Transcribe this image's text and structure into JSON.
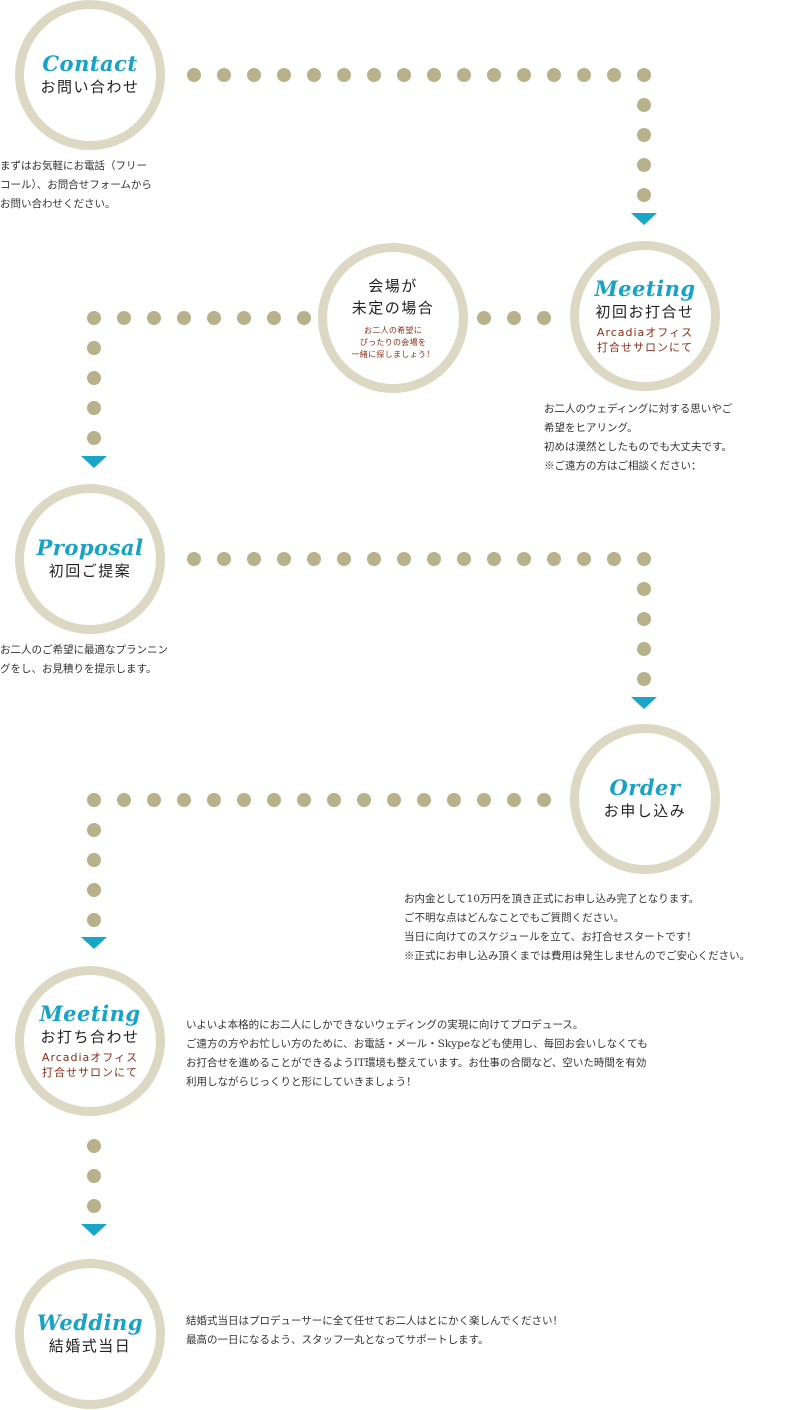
{
  "colors": {
    "dot": "#b7b18c",
    "arrow": "#1aa6c8",
    "ring": "#dcd8c3",
    "script": "#16a3c6",
    "accent": "#8b2d17"
  },
  "steps": {
    "contact": {
      "script": "Contact",
      "title": "お問い合わせ",
      "desc": [
        "まずはお気軽にお電話（フリー",
        "コール）、お問合せフォームから",
        "お問い合わせください。"
      ]
    },
    "meeting1": {
      "script": "Meeting",
      "title": "初回お打合せ",
      "sub1": "Arcadiaオフィス",
      "sub2": "打合せサロンにて",
      "desc": [
        "お二人のウェディングに対する思いやご",
        "希望をヒアリング。",
        "初めは漠然としたものでも大丈夫です。",
        "※ご遠方の方はご相談ください："
      ]
    },
    "venue": {
      "title1": "会場が",
      "title2": "未定の場合",
      "note1": "お二人の希望に",
      "note2": "ぴったりの会場を",
      "note3": "一緒に探しましょう！"
    },
    "proposal": {
      "script": "Proposal",
      "title": "初回ご提案",
      "desc": [
        "お二人のご希望に最適なプランニン",
        "グをし、お見積りを提示します。"
      ]
    },
    "order": {
      "script": "Order",
      "title": "お申し込み",
      "desc": [
        "お内金として10万円を頂き正式にお申し込み完了となります。",
        "ご不明な点はどんなことでもご質問ください。",
        "当日に向けてのスケジュールを立て、お打合せスタートです！",
        "※正式にお申し込み頂くまでは費用は発生しませんのでご安心ください。"
      ]
    },
    "meeting2": {
      "script": "Meeting",
      "title": "お打ち合わせ",
      "sub1": "Arcadiaオフィス",
      "sub2": "打合せサロンにて",
      "desc": [
        "いよいよ本格的にお二人にしかできないウェディングの実現に向けてプロデュース。",
        "ご遠方の方やお忙しい方のために、お電話・メール・Skypeなども使用し、毎回お会いしなくても",
        "お打合せを進めることができるようIT環境も整えています。お仕事の合間など、空いた時間を有効",
        "利用しながらじっくりと形にしていきましょう！"
      ]
    },
    "wedding": {
      "script": "Wedding",
      "title": "結婚式当日",
      "desc": [
        "結婚式当日はプロデューサーに全て任せてお二人はとにかく楽しんでください！",
        "最高の一日になるよう、スタッフ一丸となってサポートします。"
      ]
    }
  }
}
